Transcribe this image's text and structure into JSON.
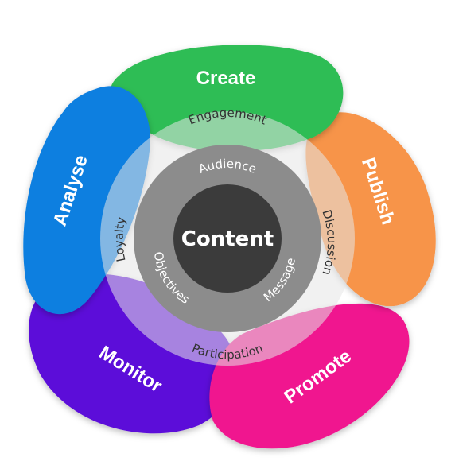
{
  "center": {
    "label": "Content"
  },
  "petals": [
    {
      "id": "create",
      "label": "Create",
      "color": "#2ebd55"
    },
    {
      "id": "publish",
      "label": "Publish",
      "color": "#f7944a"
    },
    {
      "id": "promote",
      "label": "Promote",
      "color": "#f0158f"
    },
    {
      "id": "monitor",
      "label": "Monitor",
      "color": "#5b0ad9"
    },
    {
      "id": "analyse",
      "label": "Analyse",
      "color": "#0d7fe0"
    }
  ],
  "outer_ring": {
    "color": "#e6e6e6",
    "labels": [
      "Engagement",
      "Discussion",
      "Participation",
      "Loyalty"
    ]
  },
  "inner_ring": {
    "color": "#8c8c8c",
    "labels": [
      "Audience",
      "Message",
      "Objectives"
    ]
  },
  "core": {
    "color": "#3b3b3b"
  }
}
